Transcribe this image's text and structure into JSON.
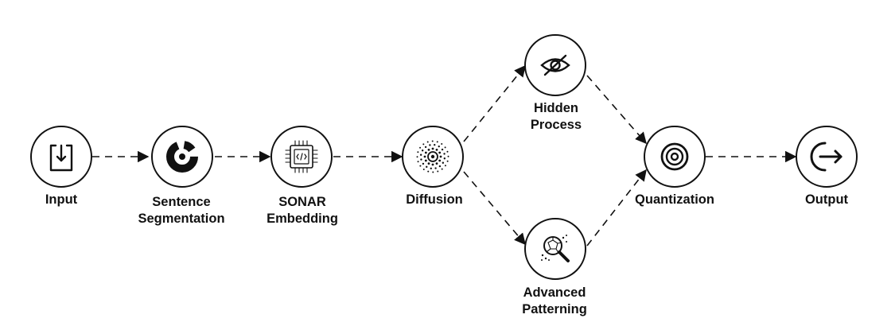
{
  "diagram": {
    "type": "flowchart",
    "nodes": [
      {
        "id": "input",
        "icon": "download-icon",
        "label_lines": [
          "Input"
        ]
      },
      {
        "id": "segmentation",
        "icon": "donut-chart-icon",
        "label_lines": [
          "Sentence",
          "Segmentation"
        ]
      },
      {
        "id": "sonar",
        "icon": "chip-code-icon",
        "label_lines": [
          "SONAR",
          "Embedding"
        ]
      },
      {
        "id": "diffusion",
        "icon": "radial-dots-icon",
        "label_lines": [
          "Diffusion"
        ]
      },
      {
        "id": "hidden",
        "icon": "eye-slash-icon",
        "label_lines": [
          "Hidden",
          "Process"
        ]
      },
      {
        "id": "patterning",
        "icon": "magnifier-pattern-icon",
        "label_lines": [
          "Advanced",
          "Patterning"
        ]
      },
      {
        "id": "quantization",
        "icon": "target-rings-icon",
        "label_lines": [
          "Quantization"
        ]
      },
      {
        "id": "output",
        "icon": "logout-arrow-icon",
        "label_lines": [
          "Output"
        ]
      }
    ],
    "edges": [
      [
        "input",
        "segmentation"
      ],
      [
        "segmentation",
        "sonar"
      ],
      [
        "sonar",
        "diffusion"
      ],
      [
        "diffusion",
        "hidden"
      ],
      [
        "diffusion",
        "patterning"
      ],
      [
        "hidden",
        "quantization"
      ],
      [
        "patterning",
        "quantization"
      ],
      [
        "quantization",
        "output"
      ]
    ],
    "colors": {
      "stroke": "#111111",
      "fill": "#ffffff",
      "text": "#111111"
    }
  }
}
